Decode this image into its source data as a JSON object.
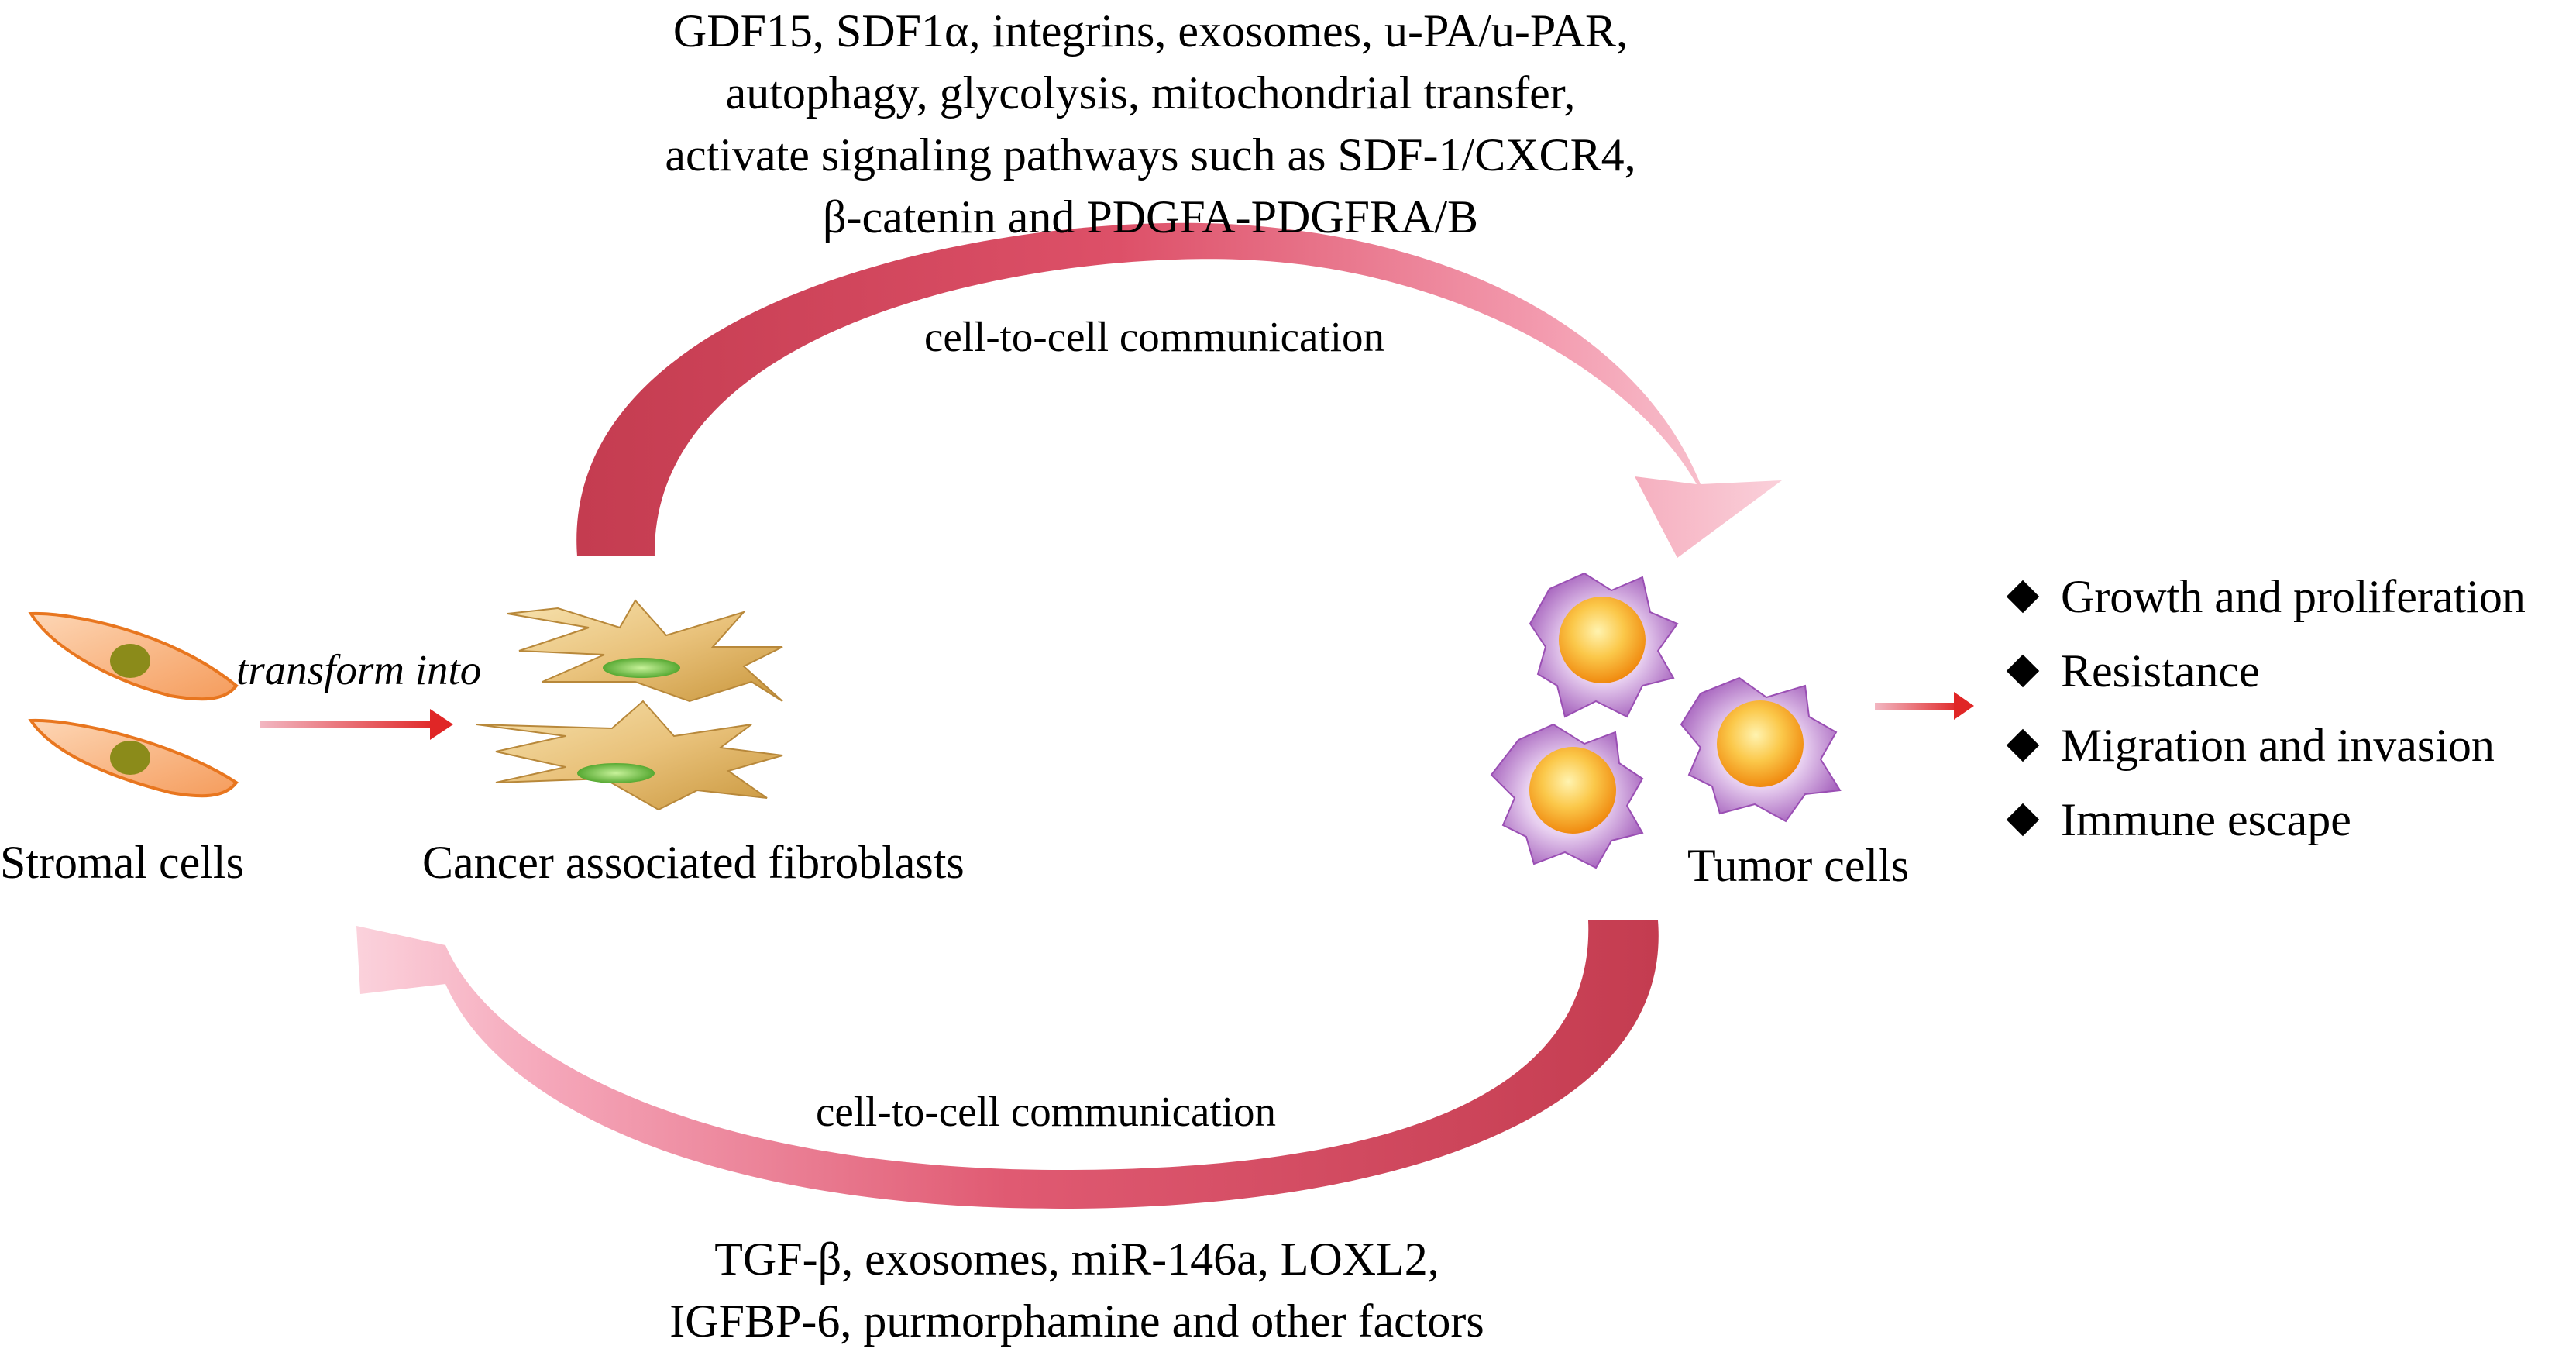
{
  "top_factors": {
    "lines": [
      "GDF15, SDF1α, integrins, exosomes, u-PA/u-PAR,",
      "autophagy, glycolysis, mitochondrial transfer,",
      "activate signaling pathways such as SDF-1/CXCR4,",
      "β-catenin and PDGFA-PDGFRA/B"
    ]
  },
  "bottom_factors": {
    "lines": [
      "TGF-β, exosomes, miR-146a, LOXL2,",
      "IGFBP-6, purmorphamine and other factors"
    ]
  },
  "communication": {
    "top_label": "cell-to-cell communication",
    "bottom_label": "cell-to-cell communication"
  },
  "cells": {
    "stromal_label": "Stromal cells",
    "caf_label": "Cancer associated fibroblasts",
    "tumor_label": "Tumor cells",
    "transform_label": "transform into"
  },
  "outcomes": [
    "Growth and proliferation",
    "Resistance",
    "Migration and invasion",
    "Immune escape"
  ],
  "colors": {
    "arrow_dark": "#c43c50",
    "arrow_light": "#f8c6d2",
    "stromal_fill": "#f9b98a",
    "stromal_stroke": "#e8761f",
    "stromal_nucleus": "#8b8b1a",
    "caf_fill": "#e9c27b",
    "caf_nucleus": "#5cb82d",
    "tumor_fill": "#a95ec0",
    "tumor_nucleus": "#f6a21c",
    "transform_arrow": "#e02626"
  }
}
